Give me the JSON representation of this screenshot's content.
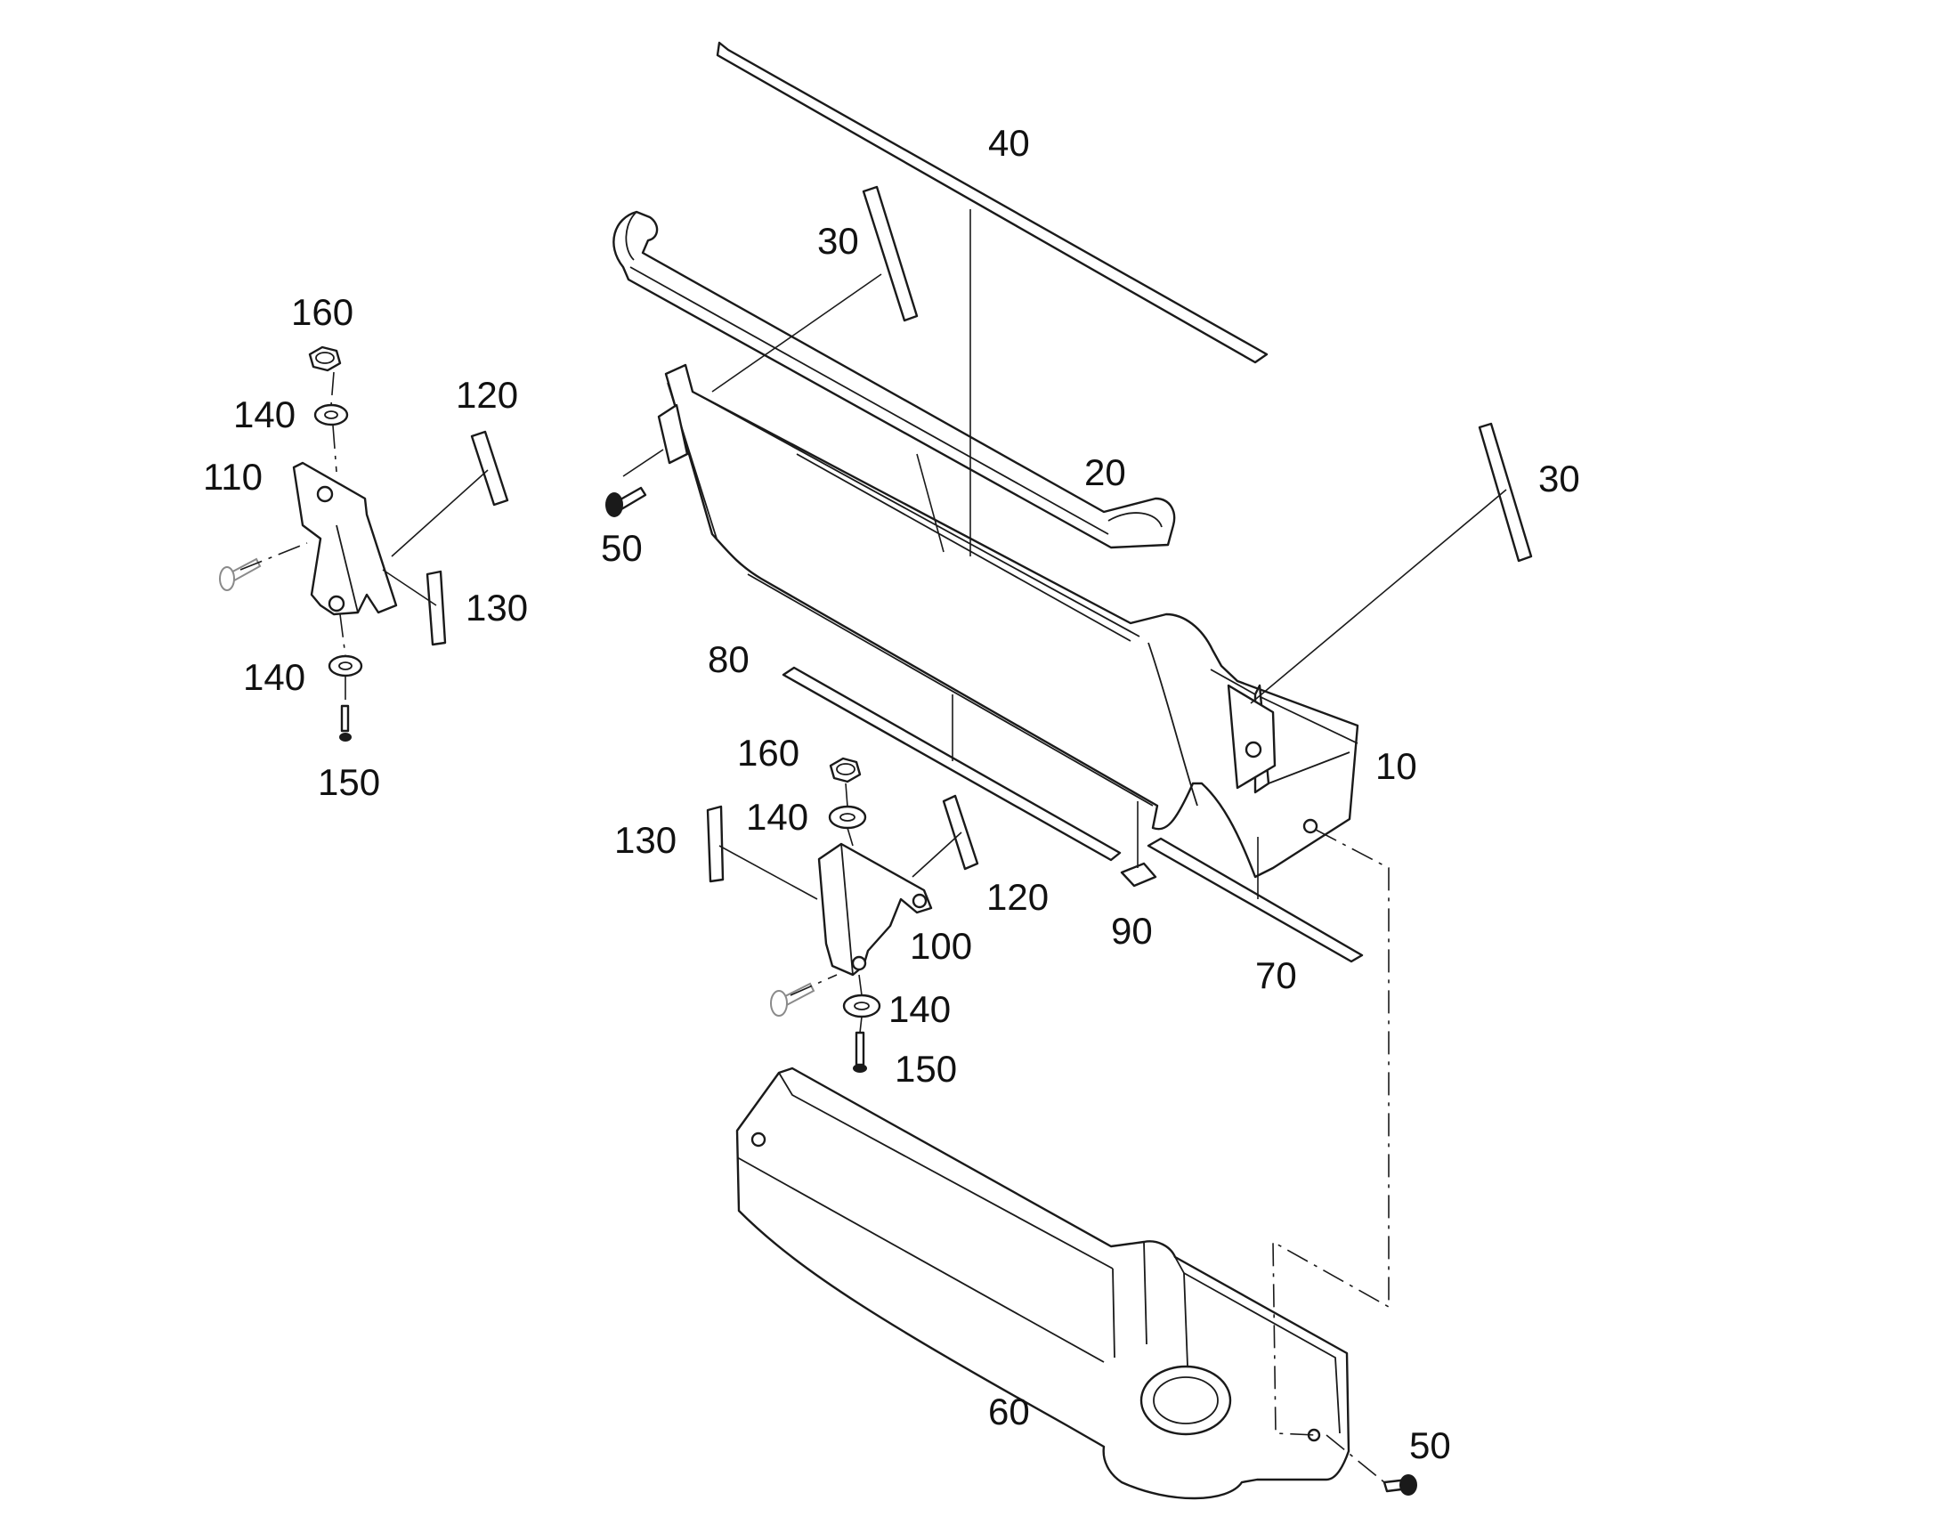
{
  "labels": {
    "p10": "10",
    "p20": "20",
    "p30a": "30",
    "p30b": "30",
    "p40": "40",
    "p50a": "50",
    "p50b": "50",
    "p60": "60",
    "p70": "70",
    "p80": "80",
    "p90": "90",
    "p100": "100",
    "p110": "110",
    "p120a": "120",
    "p120b": "120",
    "p130a": "130",
    "p130b": "130",
    "p140a": "140",
    "p140b": "140",
    "p140c": "140",
    "p140d": "140",
    "p150a": "150",
    "p150b": "150",
    "p160a": "160",
    "p160b": "160"
  }
}
